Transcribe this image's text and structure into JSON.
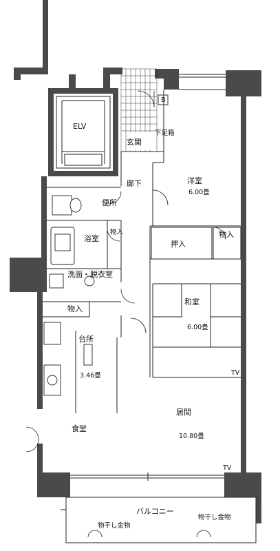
{
  "floor_plan": {
    "rooms": {
      "elv": "ELV",
      "genkan": "玄関",
      "shoebox": "下足箱",
      "b_mark": "B",
      "rouka": "廊下",
      "youshitsu": "洋室",
      "youshitsu_area": "6.00畳",
      "toilet": "便所",
      "monoire_hall": "物入",
      "bath": "浴室",
      "washroom": "洗面・脱衣室",
      "monoire_kitchen": "物入",
      "kitchen": "台所",
      "kitchen_area": "3.46畳",
      "oshiire": "押入",
      "monoire_closet": "物入",
      "washitsu": "和室",
      "washitsu_area": "6.00畳",
      "ima": "居間",
      "ima_area": "10.80畳",
      "shokudo": "食堂",
      "balcony": "バルコニー",
      "laundry_left": "物干し金物",
      "laundry_right": "物干し金物",
      "tv_washitsu": "TV",
      "tv_ima": "TV"
    }
  }
}
